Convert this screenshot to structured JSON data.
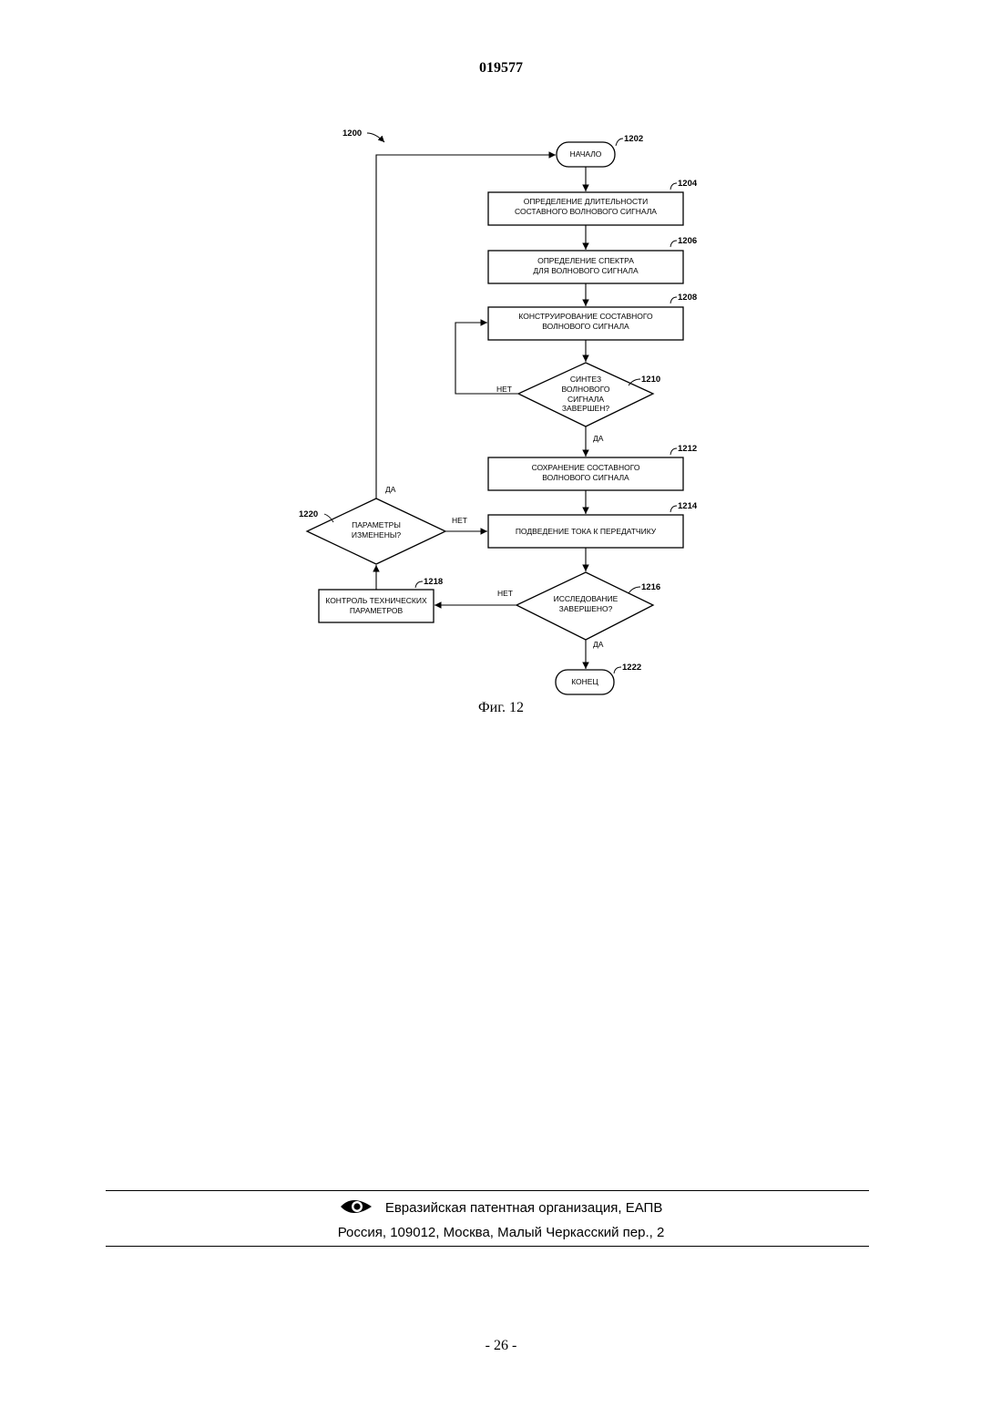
{
  "header": {
    "doc_number": "019577"
  },
  "figure": {
    "ref": "1200",
    "caption": "Фиг. 12",
    "nodes": {
      "start": {
        "ref": "1202",
        "lines": [
          "НАЧАЛО"
        ]
      },
      "duration": {
        "ref": "1204",
        "lines": [
          "ОПРЕДЕЛЕНИЕ ДЛИТЕЛЬНОСТИ",
          "СОСТАВНОГО ВОЛНОВОГО СИГНАЛА"
        ]
      },
      "spectrum": {
        "ref": "1206",
        "lines": [
          "ОПРЕДЕЛЕНИЕ СПЕКТРА",
          "ДЛЯ ВОЛНОВОГО СИГНАЛА"
        ]
      },
      "construct": {
        "ref": "1208",
        "lines": [
          "КОНСТРУИРОВАНИЕ СОСТАВНОГО",
          "ВОЛНОВОГО СИГНАЛА"
        ]
      },
      "synth_done": {
        "ref": "1210",
        "lines": [
          "СИНТЕЗ",
          "ВОЛНОВОГО",
          "СИГНАЛА",
          "ЗАВЕРШЕН?"
        ]
      },
      "save": {
        "ref": "1212",
        "lines": [
          "СОХРАНЕНИЕ СОСТАВНОГО",
          "ВОЛНОВОГО СИГНАЛА"
        ]
      },
      "current": {
        "ref": "1214",
        "lines": [
          "ПОДВЕДЕНИЕ ТОКА К ПЕРЕДАТЧИКУ"
        ]
      },
      "study_done": {
        "ref": "1216",
        "lines": [
          "ИССЛЕДОВАНИЕ",
          "ЗАВЕРШЕНО?"
        ]
      },
      "monitor": {
        "ref": "1218",
        "lines": [
          "КОНТРОЛЬ ТЕХНИЧЕСКИХ",
          "ПАРАМЕТРОВ"
        ]
      },
      "params_changed": {
        "ref": "1220",
        "lines": [
          "ПАРАМЕТРЫ",
          "ИЗМЕНЕНЫ?"
        ]
      },
      "end": {
        "ref": "1222",
        "lines": [
          "КОНЕЦ"
        ]
      }
    },
    "edge_labels": {
      "synth_no": "НЕТ",
      "synth_yes": "ДА",
      "params_yes": "ДА",
      "params_no": "НЕТ",
      "study_no": "НЕТ",
      "study_yes": "ДА"
    }
  },
  "footer": {
    "org": "Евразийская патентная организация, ЕАПВ",
    "address": "Россия, 109012, Москва, Малый Черкасский пер., 2"
  },
  "page_number": "- 26 -"
}
